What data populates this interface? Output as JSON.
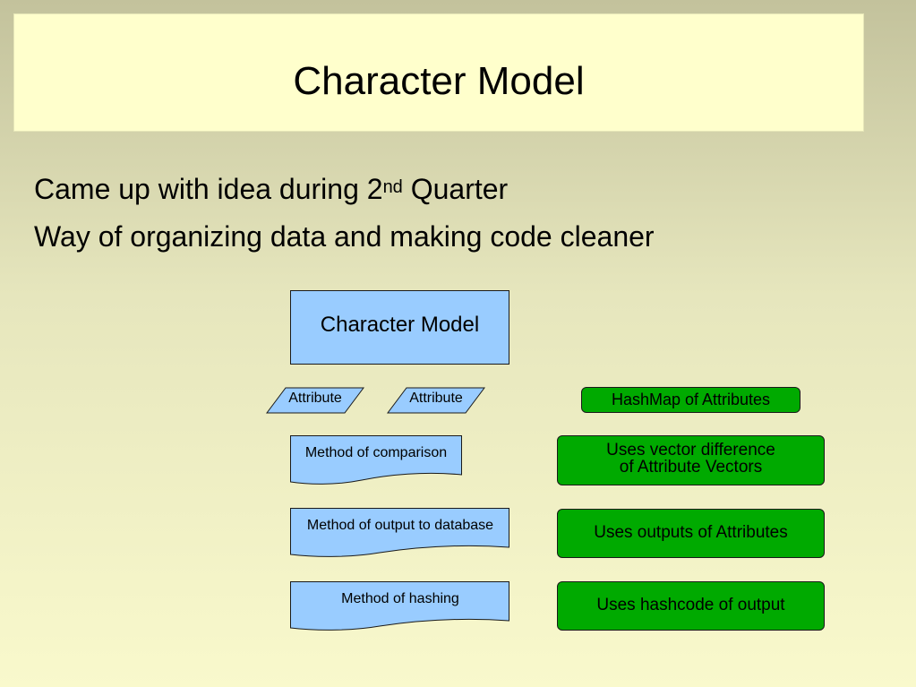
{
  "title": "Character Model",
  "bullets": {
    "b1_prefix": "Came up with idea during 2",
    "b1_sup": "nd",
    "b1_suffix": " Quarter",
    "b2": "Way of organizing data and making code cleaner"
  },
  "diagram": {
    "main": "Character Model",
    "attributes": [
      "Attribute",
      "Attribute"
    ],
    "methods": [
      "Method of comparison",
      "Method of output to database",
      "Method of hashing"
    ],
    "hashmap": "HashMap of Attributes",
    "uses": {
      "vector_line1": "Uses vector difference",
      "vector_line2": "of Attribute Vectors",
      "outputs": "Uses outputs of Attributes",
      "hashcode": "Uses hashcode of output"
    },
    "colors": {
      "blue_fill": "#99ccff",
      "green_fill": "#00aa00",
      "title_fill": "#ffffcc"
    }
  }
}
